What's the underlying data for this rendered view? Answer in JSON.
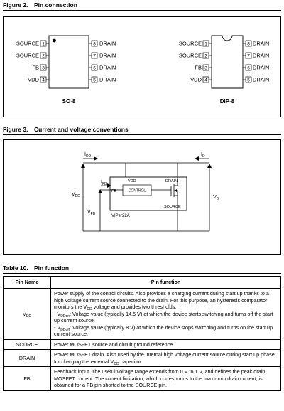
{
  "figure2": {
    "number": "Figure 2.",
    "title": "Pin connection",
    "so8": {
      "caption": "SO-8",
      "left_pins": [
        {
          "label": "SOURCE",
          "num": "1"
        },
        {
          "label": "SOURCE",
          "num": "2"
        },
        {
          "label": "FB",
          "num": "3"
        },
        {
          "label": "VDD",
          "num": "4"
        }
      ],
      "right_pins": [
        {
          "label": "DRAIN",
          "num": "8"
        },
        {
          "label": "DRAIN",
          "num": "7"
        },
        {
          "label": "DRAIN",
          "num": "6"
        },
        {
          "label": "DRAIN",
          "num": "5"
        }
      ]
    },
    "dip8": {
      "caption": "DIP-8",
      "left_pins": [
        {
          "label": "SOURCE",
          "num": "1"
        },
        {
          "label": "SOURCE",
          "num": "2"
        },
        {
          "label": "FB",
          "num": "3"
        },
        {
          "label": "VDD",
          "num": "4"
        }
      ],
      "right_pins": [
        {
          "label": "DRAIN",
          "num": "8"
        },
        {
          "label": "DRAIN",
          "num": "7"
        },
        {
          "label": "DRAIN",
          "num": "6"
        },
        {
          "label": "DRAIN",
          "num": "5"
        }
      ]
    }
  },
  "figure3": {
    "number": "Figure 3.",
    "title": "Current and voltage conventions",
    "labels": {
      "idd": "I",
      "idd_sub": "DD",
      "id": "I",
      "id_sub": "D",
      "ifb": "I",
      "ifb_sub": "FB",
      "vdd": "V",
      "vdd_sub": "DD",
      "vfb": "V",
      "vfb_sub": "FB",
      "vd": "V",
      "vd_sub": "D",
      "pin_vdd": "VDD",
      "pin_drain": "DRAIN",
      "pin_fb": "FB",
      "pin_source": "SOURCE",
      "control": "CONTROL",
      "device": "VIPer22A"
    }
  },
  "table10": {
    "number": "Table 10.",
    "title": "Pin function",
    "headers": [
      "Pin Name",
      "Pin function"
    ],
    "rows": {
      "vdd": {
        "name": "V",
        "name_sub": "DD",
        "p1a": "Power supply of the control circuits. Also provides a charging current during start up thanks to a high voltage current source connected to the drain. For this purpose, an hysteresis comparator monitors the V",
        "p1sub": "DD",
        "p1b": " voltage and provides two thresholds:",
        "p2a": "- V",
        "p2sub": "DDon",
        "p2b": ": Voltage value (typically 14.5 V) at which the device starts switching and turns off the start up current source.",
        "p3a": "- V",
        "p3sub": "DDoff",
        "p3b": ": Voltage value (typically 8 V) at which the device stops switching and turns on the start up current source."
      },
      "source": {
        "name": "SOURCE",
        "text": "Power MOSFET source and circuit ground reference."
      },
      "drain": {
        "name": "DRAIN",
        "text_a": "Power MOSFET drain. Also used by the internal high voltage current source during start up phase for charging the external V",
        "text_sub": "DD",
        "text_b": " capacitor."
      },
      "fb": {
        "name": "FB",
        "text": "Feedback input. The useful voltage range extends from 0 V to 1 V, and defines the peak drain MOSFET current. The current limitation, which corresponds to the maximum drain current, is obtained for a FB pin shorted to the SOURCE pin."
      }
    }
  }
}
